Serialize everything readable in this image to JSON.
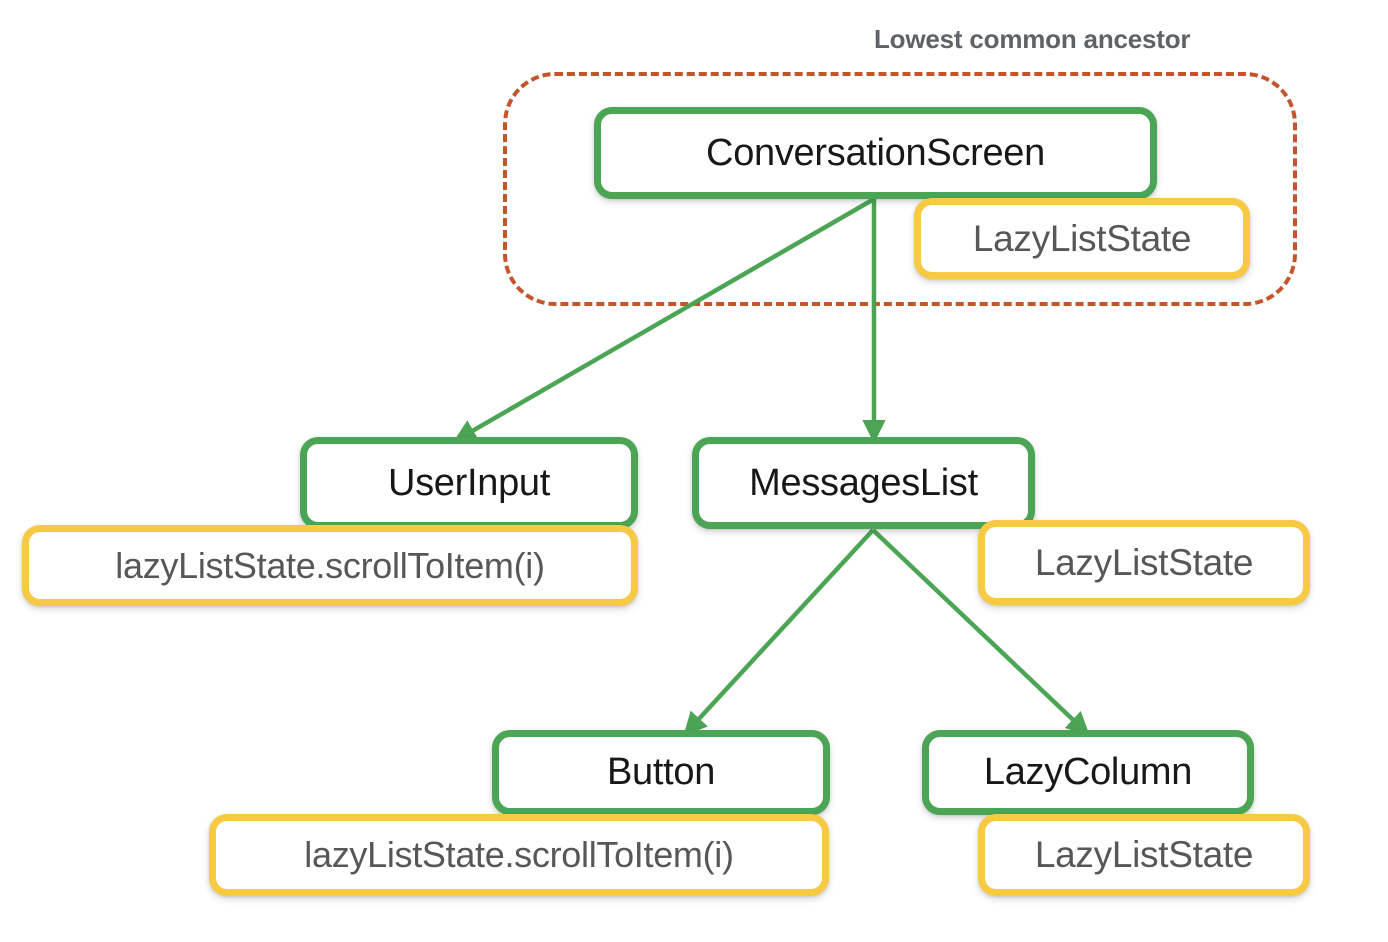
{
  "diagram": {
    "title_caption": "Lowest common ancestor",
    "colors": {
      "composable_border": "#4ca455",
      "state_border": "#f8c943",
      "lca_dashed_border": "#c4552b",
      "edge_arrow": "#4ca455",
      "caption_text": "#5f6368",
      "node_text": "#16181a",
      "state_text": "#555759",
      "background": "#ffffff"
    },
    "nodes": [
      {
        "id": "conversation-screen",
        "label": "ConversationScreen",
        "kind": "composable"
      },
      {
        "id": "conversation-screen-state",
        "label": "LazyListState",
        "kind": "state"
      },
      {
        "id": "user-input",
        "label": "UserInput",
        "kind": "composable"
      },
      {
        "id": "user-input-state",
        "label": "lazyListState.scrollToItem(i)",
        "kind": "state"
      },
      {
        "id": "messages-list",
        "label": "MessagesList",
        "kind": "composable"
      },
      {
        "id": "messages-list-state",
        "label": "LazyListState",
        "kind": "state"
      },
      {
        "id": "button",
        "label": "Button",
        "kind": "composable"
      },
      {
        "id": "button-state",
        "label": "lazyListState.scrollToItem(i)",
        "kind": "state"
      },
      {
        "id": "lazy-column",
        "label": "LazyColumn",
        "kind": "composable"
      },
      {
        "id": "lazy-column-state",
        "label": "LazyListState",
        "kind": "state"
      }
    ],
    "edges": [
      {
        "from": "conversation-screen",
        "to": "user-input"
      },
      {
        "from": "conversation-screen",
        "to": "messages-list"
      },
      {
        "from": "messages-list",
        "to": "button"
      },
      {
        "from": "messages-list",
        "to": "lazy-column"
      }
    ],
    "lca_group": {
      "label": "Lowest common ancestor",
      "members": [
        "conversation-screen",
        "conversation-screen-state"
      ]
    }
  }
}
